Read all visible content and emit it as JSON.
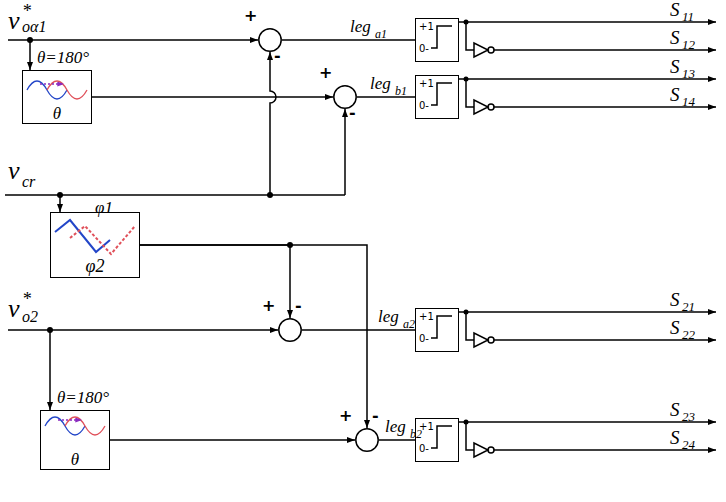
{
  "diagram": {
    "nodes": [
      {
        "text": [
          "θ=180°",
          "θ"
        ]
      },
      {
        "text": [
          "+",
          "-"
        ]
      },
      {
        "text": [
          "+",
          "-"
        ]
      },
      {
        "text": [
          "φ2"
        ]
      },
      {
        "text": [
          "+",
          "-"
        ]
      },
      {
        "text": [
          "θ=180°",
          "θ"
        ]
      },
      {
        "text": [
          "+",
          "-"
        ]
      },
      {
        "text": [
          "+1",
          "0-"
        ]
      },
      {
        "text": [
          "+1",
          "0-"
        ]
      },
      {
        "text": [
          "+1",
          "0-"
        ]
      },
      {
        "text": [
          "+1",
          "0-"
        ]
      }
    ],
    "edges": [
      {
        "from": 0,
        "to": 2,
        "arrow": "to"
      },
      {
        "from": 1,
        "to": 7,
        "arrow": "none"
      },
      {
        "from": 2,
        "to": 8,
        "arrow": "none"
      },
      {
        "from": 3,
        "to": 4,
        "arrow": "to"
      },
      {
        "from": 3,
        "to": 6,
        "arrow": "to"
      },
      {
        "from": 4,
        "to": 9,
        "arrow": "none"
      },
      {
        "from": 5,
        "to": 6,
        "arrow": "to"
      },
      {
        "from": 6,
        "to": 10,
        "arrow": "none"
      }
    ],
    "labels": [
      "v",
      "*",
      "oα1",
      "v",
      "cr",
      "φ1",
      "v",
      "*",
      "o2",
      "leg",
      "a1",
      "leg",
      "b1",
      "leg",
      "a2",
      "leg",
      "b2",
      "S",
      "11",
      "S",
      "12",
      "S",
      "13",
      "S",
      "14",
      "S",
      "21",
      "S",
      "22",
      "S",
      "23",
      "S",
      "24"
    ]
  }
}
